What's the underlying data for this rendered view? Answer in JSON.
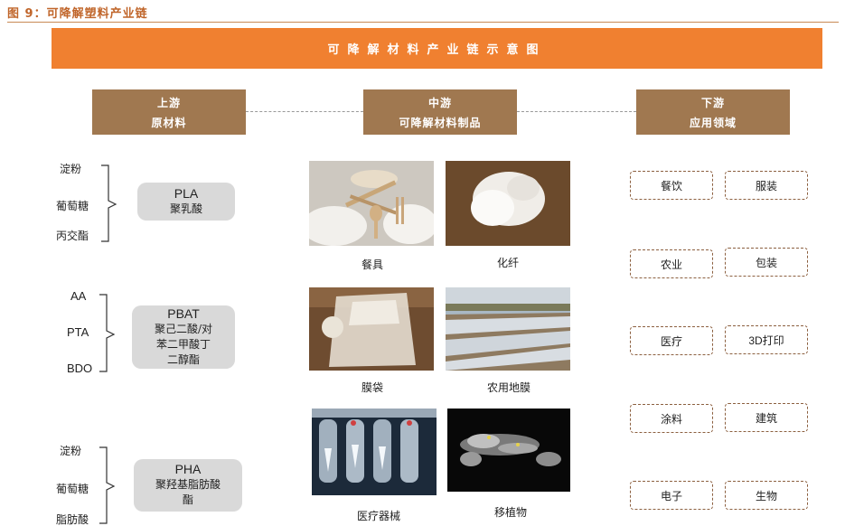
{
  "figure_label": "图 9：可降解塑料产业链",
  "banner_title": "可降解材料产业链示意图",
  "stages": [
    {
      "line1": "上游",
      "line2": "原材料"
    },
    {
      "line1": "中游",
      "line2": "可降解材料制品"
    },
    {
      "line1": "下游",
      "line2": "应用领域"
    }
  ],
  "materials": [
    {
      "inputs": [
        "淀粉",
        "葡萄糖",
        "丙交酯"
      ],
      "name": "PLA",
      "full": "聚乳酸"
    },
    {
      "inputs": [
        "AA",
        "PTA",
        "BDO"
      ],
      "name": "PBAT",
      "full_lines": [
        "聚己二酸/对",
        "苯二甲酸丁",
        "二醇酯"
      ]
    },
    {
      "inputs": [
        "淀粉",
        "葡萄糖",
        "脂肪酸"
      ],
      "name": "PHA",
      "full_lines": [
        "聚羟基脂肪酸",
        "酯"
      ]
    }
  ],
  "products": [
    "餐具",
    "化纤",
    "膜袋",
    "农用地膜",
    "医疗器械",
    "移植物"
  ],
  "applications": [
    "餐饮",
    "服装",
    "农业",
    "包装",
    "医疗",
    "3D打印",
    "涂料",
    "建筑",
    "电子",
    "生物"
  ],
  "colors": {
    "accent": "#f08030",
    "stage": "#a07850",
    "label": "#c0652a",
    "chip": "#d9d9d9",
    "border": "#8c6040"
  }
}
